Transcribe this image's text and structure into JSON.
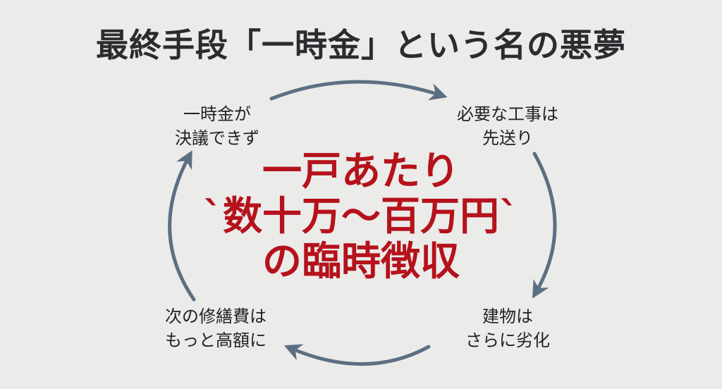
{
  "title": "最終手段「一時金」という名の悪夢",
  "cycle": {
    "nodes": [
      {
        "id": "top-left",
        "lines": [
          "一時金が",
          "決議できず"
        ]
      },
      {
        "id": "top-right",
        "lines": [
          "必要な工事は",
          "先送り"
        ]
      },
      {
        "id": "bottom-right",
        "lines": [
          "建物は",
          "さらに劣化"
        ]
      },
      {
        "id": "bottom-left",
        "lines": [
          "次の修繕費は",
          "もっと高額に"
        ]
      }
    ],
    "center": {
      "lines": [
        "一戸あたり",
        "`数十万～百万円`",
        "の臨時徴収"
      ]
    }
  },
  "colors": {
    "background": "#ebebea",
    "title": "#2a2c2f",
    "text": "#1f2124",
    "accent_red": "#b5121b",
    "arrow": "#5c6f82"
  }
}
